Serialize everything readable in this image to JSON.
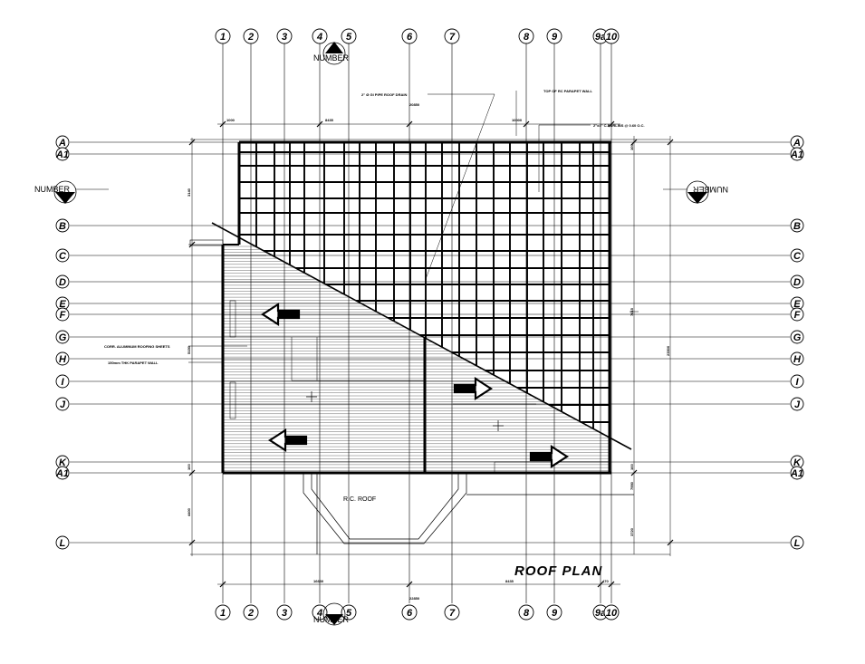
{
  "drawing": {
    "title": "ROOF PLAN",
    "rc_roof_label": "R.C. ROOF",
    "section_marker_label": "NUMBER"
  },
  "grid": {
    "columns": [
      "1",
      "2",
      "3",
      "4",
      "5",
      "6",
      "7",
      "8",
      "9",
      "9a",
      "10"
    ],
    "rows": [
      "A",
      "A1",
      "B",
      "C",
      "D",
      "E",
      "F",
      "G",
      "H",
      "I",
      "J",
      "K",
      "A1",
      "L"
    ]
  },
  "notes": {
    "gi_pipe": "2\" Ø GI PIPE ROOF DRAIN",
    "parapet_top": "TOP OF RC PARAPET WALL",
    "purlins": "2\"x4\" C-PURLINS @ 0.60 O.C.",
    "roofing": "CORR. ALUMINUM ROOFING SHEETS",
    "parapet_left": "150mm THK PARAPET WALL"
  },
  "dimensions": {
    "top_chain": [
      "1000",
      "8435",
      "10000"
    ],
    "top_overall": "20850",
    "bottom_chain": [
      "16630",
      "8435",
      "470"
    ],
    "bottom_overall": "22850",
    "left": [
      "3140",
      "5150",
      "100",
      "4400"
    ],
    "right": [
      "100",
      "7615",
      "23500",
      "100",
      "7950",
      "3720"
    ]
  }
}
